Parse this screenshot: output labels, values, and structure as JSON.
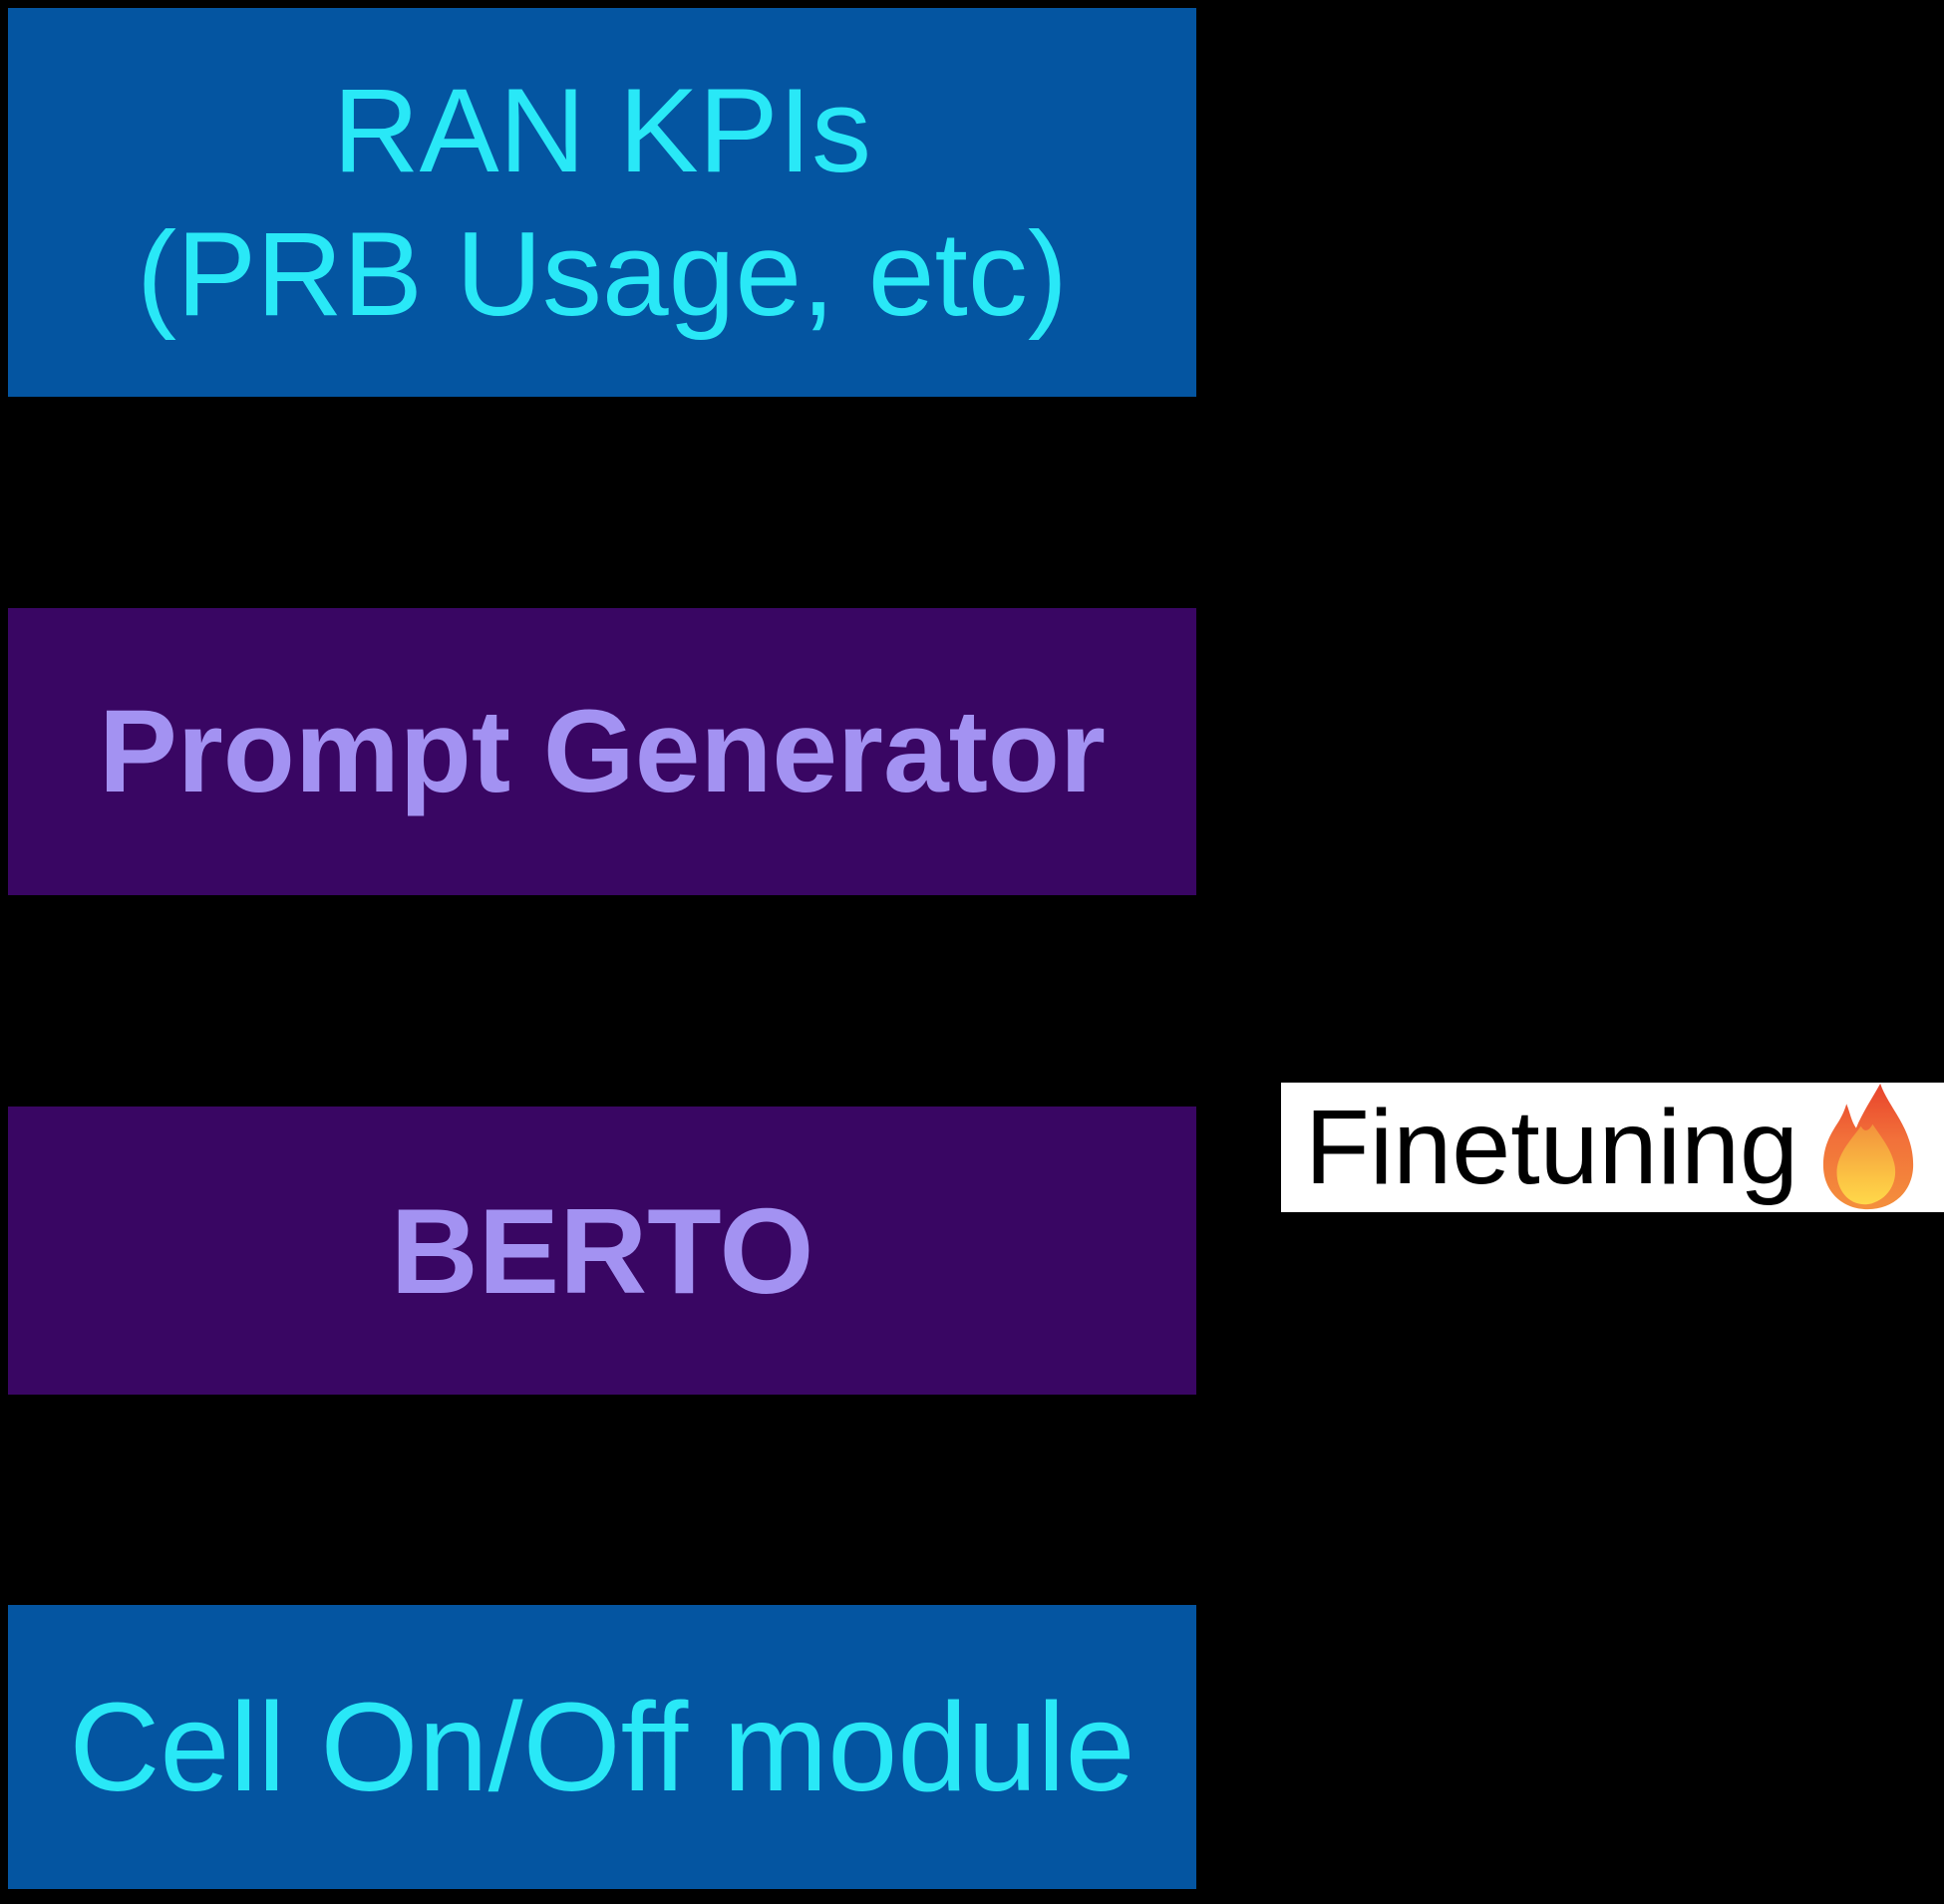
{
  "diagram": {
    "boxes": {
      "ran_kpis": {
        "line1": "RAN KPIs",
        "line2": "(PRB Usage, etc)"
      },
      "prompt_generator": {
        "label": "Prompt Generator"
      },
      "berto": {
        "label": "BERTO"
      },
      "cell_onoff": {
        "label": "Cell On/Off module"
      }
    },
    "annotation": {
      "label": "Finetuning",
      "icon": "fire-emoji"
    },
    "colors": {
      "bg": "#000000",
      "box_blue": "#0455a1",
      "box_purple": "#390663",
      "text_cyan": "#29e8f7",
      "text_purple": "#a392f2",
      "label_bg": "#ffffff",
      "label_text": "#000000",
      "flame_top": "#e8432c",
      "flame_bottom": "#f4903c",
      "flame_inner_top": "#f2913c",
      "flame_inner_bottom": "#ffd84a"
    }
  }
}
